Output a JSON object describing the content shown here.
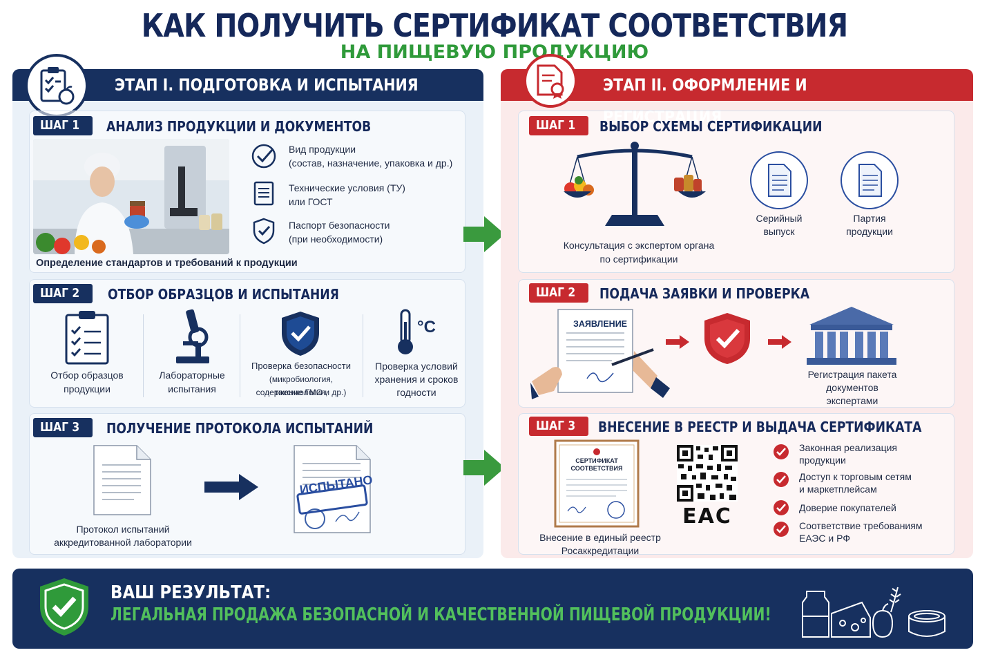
{
  "header": {
    "title": "КАК ПОЛУЧИТЬ СЕРТИФИКАТ СООТВЕТСТВИЯ",
    "subtitle": "НА ПИЩЕВУЮ ПРОДУКЦИЮ"
  },
  "stage1": {
    "title": "ЭТАП I. ПОДГОТОВКА И ИСПЫТАНИЯ",
    "step1": {
      "badge": "ШАГ 1",
      "title": "АНАЛИЗ ПРОДУКЦИИ И ДОКУМЕНТОВ",
      "items": [
        {
          "line1": "Вид продукции",
          "line2": "(состав, назначение, упаковка и др.)"
        },
        {
          "line1": "Технические условия (ТУ)",
          "line2": "или ГОСТ"
        },
        {
          "line1": "Паспорт безопасности",
          "line2": "(при необходимости)"
        }
      ],
      "caption": "Определение стандартов и требований к продукции"
    },
    "step2": {
      "badge": "ШАГ 2",
      "title": "ОТБОР ОБРАЗЦОВ И ИСПЫТАНИЯ",
      "items": [
        {
          "line1": "Отбор образцов",
          "line2": "продукции",
          "line3": ""
        },
        {
          "line1": "Лабораторные",
          "line2": "испытания",
          "line3": ""
        },
        {
          "line1": "Проверка безопасности",
          "line2": "(микробиология, токсикология,",
          "line3": "содержание ГМО и др.)"
        },
        {
          "line1": "Проверка условий",
          "line2": "хранения и сроков",
          "line3": "годности"
        }
      ],
      "thermo_unit": "°C"
    },
    "step3": {
      "badge": "ШАГ 3",
      "title": "ПОЛУЧЕНИЕ ПРОТОКОЛА ИСПЫТАНИЙ",
      "caption_line1": "Протокол испытаний",
      "caption_line2": "аккредитованной лаборатории",
      "stamp": "ИСПЫТАНО"
    }
  },
  "stage2": {
    "title": "ЭТАП II. ОФОРМЛЕНИЕ И РЕГИСТРАЦИЯ",
    "step1": {
      "badge": "ШАГ 1",
      "title": "ВЫБОР СХЕМЫ СЕРТИФИКАЦИИ",
      "caption_line1": "Консультация с экспертом органа",
      "caption_line2": "по сертификации",
      "options": [
        {
          "line1": "Серийный",
          "line2": "выпуск"
        },
        {
          "line1": "Партия",
          "line2": "продукции"
        }
      ]
    },
    "step2": {
      "badge": "ШАГ 2",
      "title": "ПОДАЧА ЗАЯВКИ И ПРОВЕРКА",
      "doc_title": "ЗАЯВЛЕНИЕ",
      "caption_line1": "Регистрация пакета",
      "caption_line2": "документов",
      "caption_line3": "экспертами"
    },
    "step3": {
      "badge": "ШАГ 3",
      "title": "ВНЕСЕНИЕ В РЕЕСТР И ВЫДАЧА СЕРТИФИКАТА",
      "cert_line1": "СЕРТИФИКАТ",
      "cert_line2": "СООТВЕТСТВИЯ",
      "eac": "EAC",
      "caption_line1": "Внесение в единый реестр",
      "caption_line2": "Росаккредитации",
      "benefits": [
        {
          "line1": "Законная реализация",
          "line2": "продукции"
        },
        {
          "line1": "Доступ к торговым сетям",
          "line2": "и маркетплейсам"
        },
        {
          "line1": "Доверие покупателей",
          "line2": ""
        },
        {
          "line1": "Соответствие требованиям",
          "line2": "ЕАЭС и РФ"
        }
      ]
    }
  },
  "result": {
    "label": "ВАШ РЕЗУЛЬТАТ:",
    "text": "ЛЕГАЛЬНАЯ ПРОДАЖА БЕЗОПАСНОЙ И КАЧЕСТВЕННОЙ ПИЩЕВОЙ ПРОДУКЦИИ!"
  },
  "colors": {
    "navy": "#17305f",
    "red": "#c72a2f",
    "green": "#2f9a3a",
    "light_blue": "#eaf1f8",
    "light_pink": "#fbeaea"
  }
}
